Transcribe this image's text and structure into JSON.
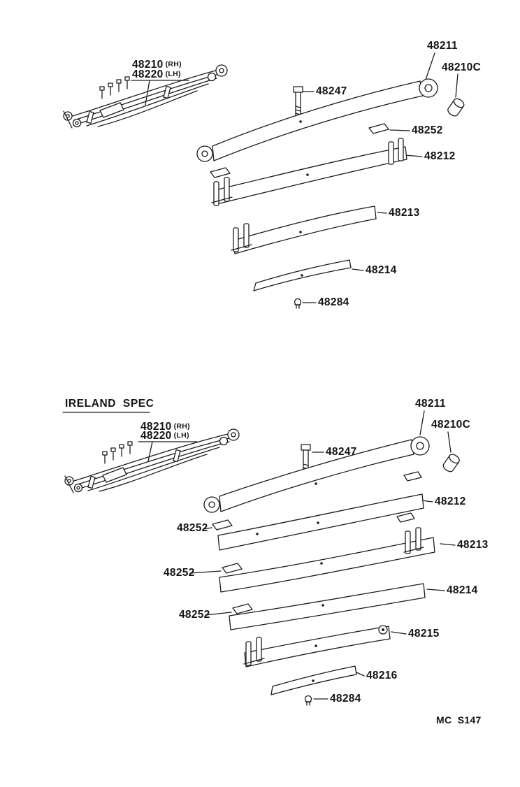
{
  "page": {
    "footer_code": "MC  S147"
  },
  "top_section": {
    "assembly_label_rh": {
      "number": "48210",
      "side": "(RH)"
    },
    "assembly_label_lh": {
      "number": "48220",
      "side": "(LH)"
    },
    "parts": {
      "center_bolt": "48247",
      "leaf_no1": "48211",
      "bushing": "48210C",
      "silencer_pad": "48252",
      "leaf_no2": "48212",
      "leaf_no3": "48213",
      "leaf_no4": "48214",
      "clip": "48284"
    }
  },
  "bottom_section": {
    "title": "IRELAND  SPEC",
    "assembly_label_rh": {
      "number": "48210",
      "side": "(RH)"
    },
    "assembly_label_lh": {
      "number": "48220",
      "side": "(LH)"
    },
    "parts": {
      "center_bolt": "48247",
      "leaf_no1": "48211",
      "bushing": "48210C",
      "silencer_pad_1": "48252",
      "silencer_pad_2": "48252",
      "silencer_pad_3": "48252",
      "leaf_no2": "48212",
      "leaf_no3": "48213",
      "leaf_no4": "48214",
      "leaf_no5": "48215",
      "leaf_no6": "48216",
      "clip": "48284"
    }
  }
}
